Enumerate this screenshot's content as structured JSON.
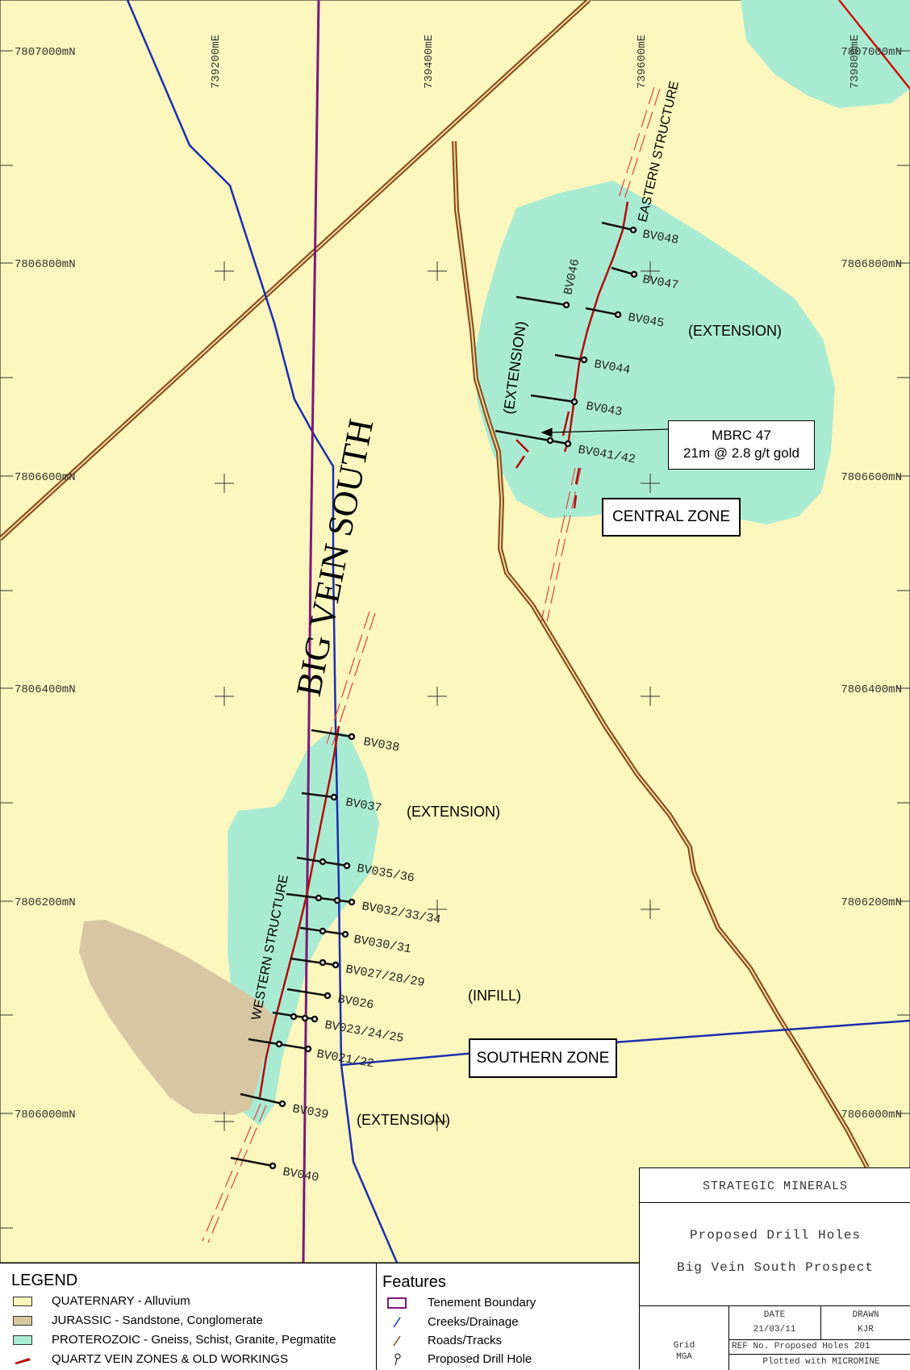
{
  "map": {
    "grid_labels": {
      "northings": [
        "7807000mN",
        "7806800mN",
        "7806600mN",
        "7806400mN",
        "7806200mN",
        "7806000mN"
      ],
      "northings_right": [
        "7807000mN",
        "7806800mN",
        "7806600mN",
        "7806400mN",
        "7806200mN",
        "7806000mN"
      ],
      "eastings": [
        "739200mE",
        "739400mE",
        "739600mE",
        "739800mE"
      ]
    },
    "prospect_name": "BIG VEIN SOUTH",
    "structures": {
      "eastern": "EASTERN STRUCTURE",
      "western": "WESTERN STRUCTURE"
    },
    "drill_holes": [
      "BV048",
      "BV047",
      "BV046",
      "BV045",
      "BV044",
      "BV043",
      "BV041/42",
      "BV038",
      "BV037",
      "BV035/36",
      "BV032/33/34",
      "BV030/31",
      "BV027/28/29",
      "BV026",
      "BV023/24/25",
      "BV021/22",
      "BV039",
      "BV040"
    ],
    "annotations": {
      "extension_1": "(EXTENSION)",
      "extension_2": "(EXTENSION)",
      "extension_3": "(EXTENSION)",
      "extension_4": "(EXTENSION)",
      "infill": "(INFILL)"
    },
    "callout": {
      "line1": "MBRC 47",
      "line2": "21m @ 2.8 g/t gold"
    },
    "zones": {
      "central": "CENTRAL ZONE",
      "southern": "SOUTHERN ZONE"
    },
    "colors": {
      "quaternary": "#fbf6bd",
      "jurassic": "#d6c7a2",
      "proterozoic": "#a9ebd2",
      "quartz_vein": "#b30d0d",
      "creek": "#1a2fae",
      "road": "#8a4a14",
      "tenement": "#7a1a7a"
    }
  },
  "legend": {
    "title": "LEGEND",
    "items": [
      {
        "label": "QUATERNARY - Alluvium"
      },
      {
        "label": "JURASSIC -  Sandstone, Conglomerate"
      },
      {
        "label": "PROTEROZOIC - Gneiss, Schist, Granite, Pegmatite"
      },
      {
        "label": "QUARTZ VEIN ZONES & OLD WORKINGS"
      }
    ]
  },
  "features": {
    "title": "Features",
    "items": [
      {
        "label": "Tenement Boundary",
        "icon": "tenement-boundary-icon"
      },
      {
        "label": "Creeks/Drainage",
        "icon": "creek-icon"
      },
      {
        "label": "Roads/Tracks",
        "icon": "road-icon"
      },
      {
        "label": "Proposed Drill Hole",
        "icon": "drill-hole-icon"
      }
    ]
  },
  "title_block": {
    "company": "STRATEGIC MINERALS",
    "title_line1": "Proposed Drill Holes",
    "title_line2": "Big Vein South Prospect",
    "date_label": "DATE",
    "date_value": "21/03/11",
    "drawn_label": "DRAWN",
    "drawn_value": "KJR",
    "grid_label": "Grid",
    "grid_value": "MGA",
    "ref": "REF No. Proposed Holes 201",
    "plotted": "Plotted with MICROMINE"
  }
}
